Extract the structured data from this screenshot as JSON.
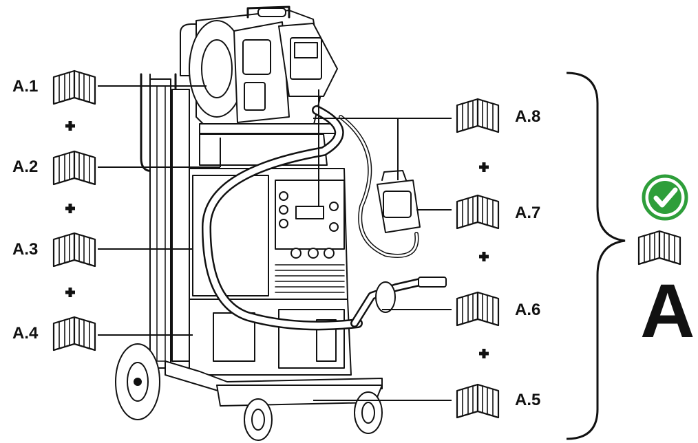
{
  "labels": {
    "a1": "A.1",
    "a2": "A.2",
    "a3": "A.3",
    "a4": "A.4",
    "a5": "A.5",
    "a6": "A.6",
    "a7": "A.7",
    "a8": "A.8"
  },
  "combined": {
    "letter": "A",
    "check_color": "#2e9e3a"
  },
  "icons": [
    "manual-book-icon",
    "plus-icon",
    "check-icon",
    "curly-brace"
  ]
}
